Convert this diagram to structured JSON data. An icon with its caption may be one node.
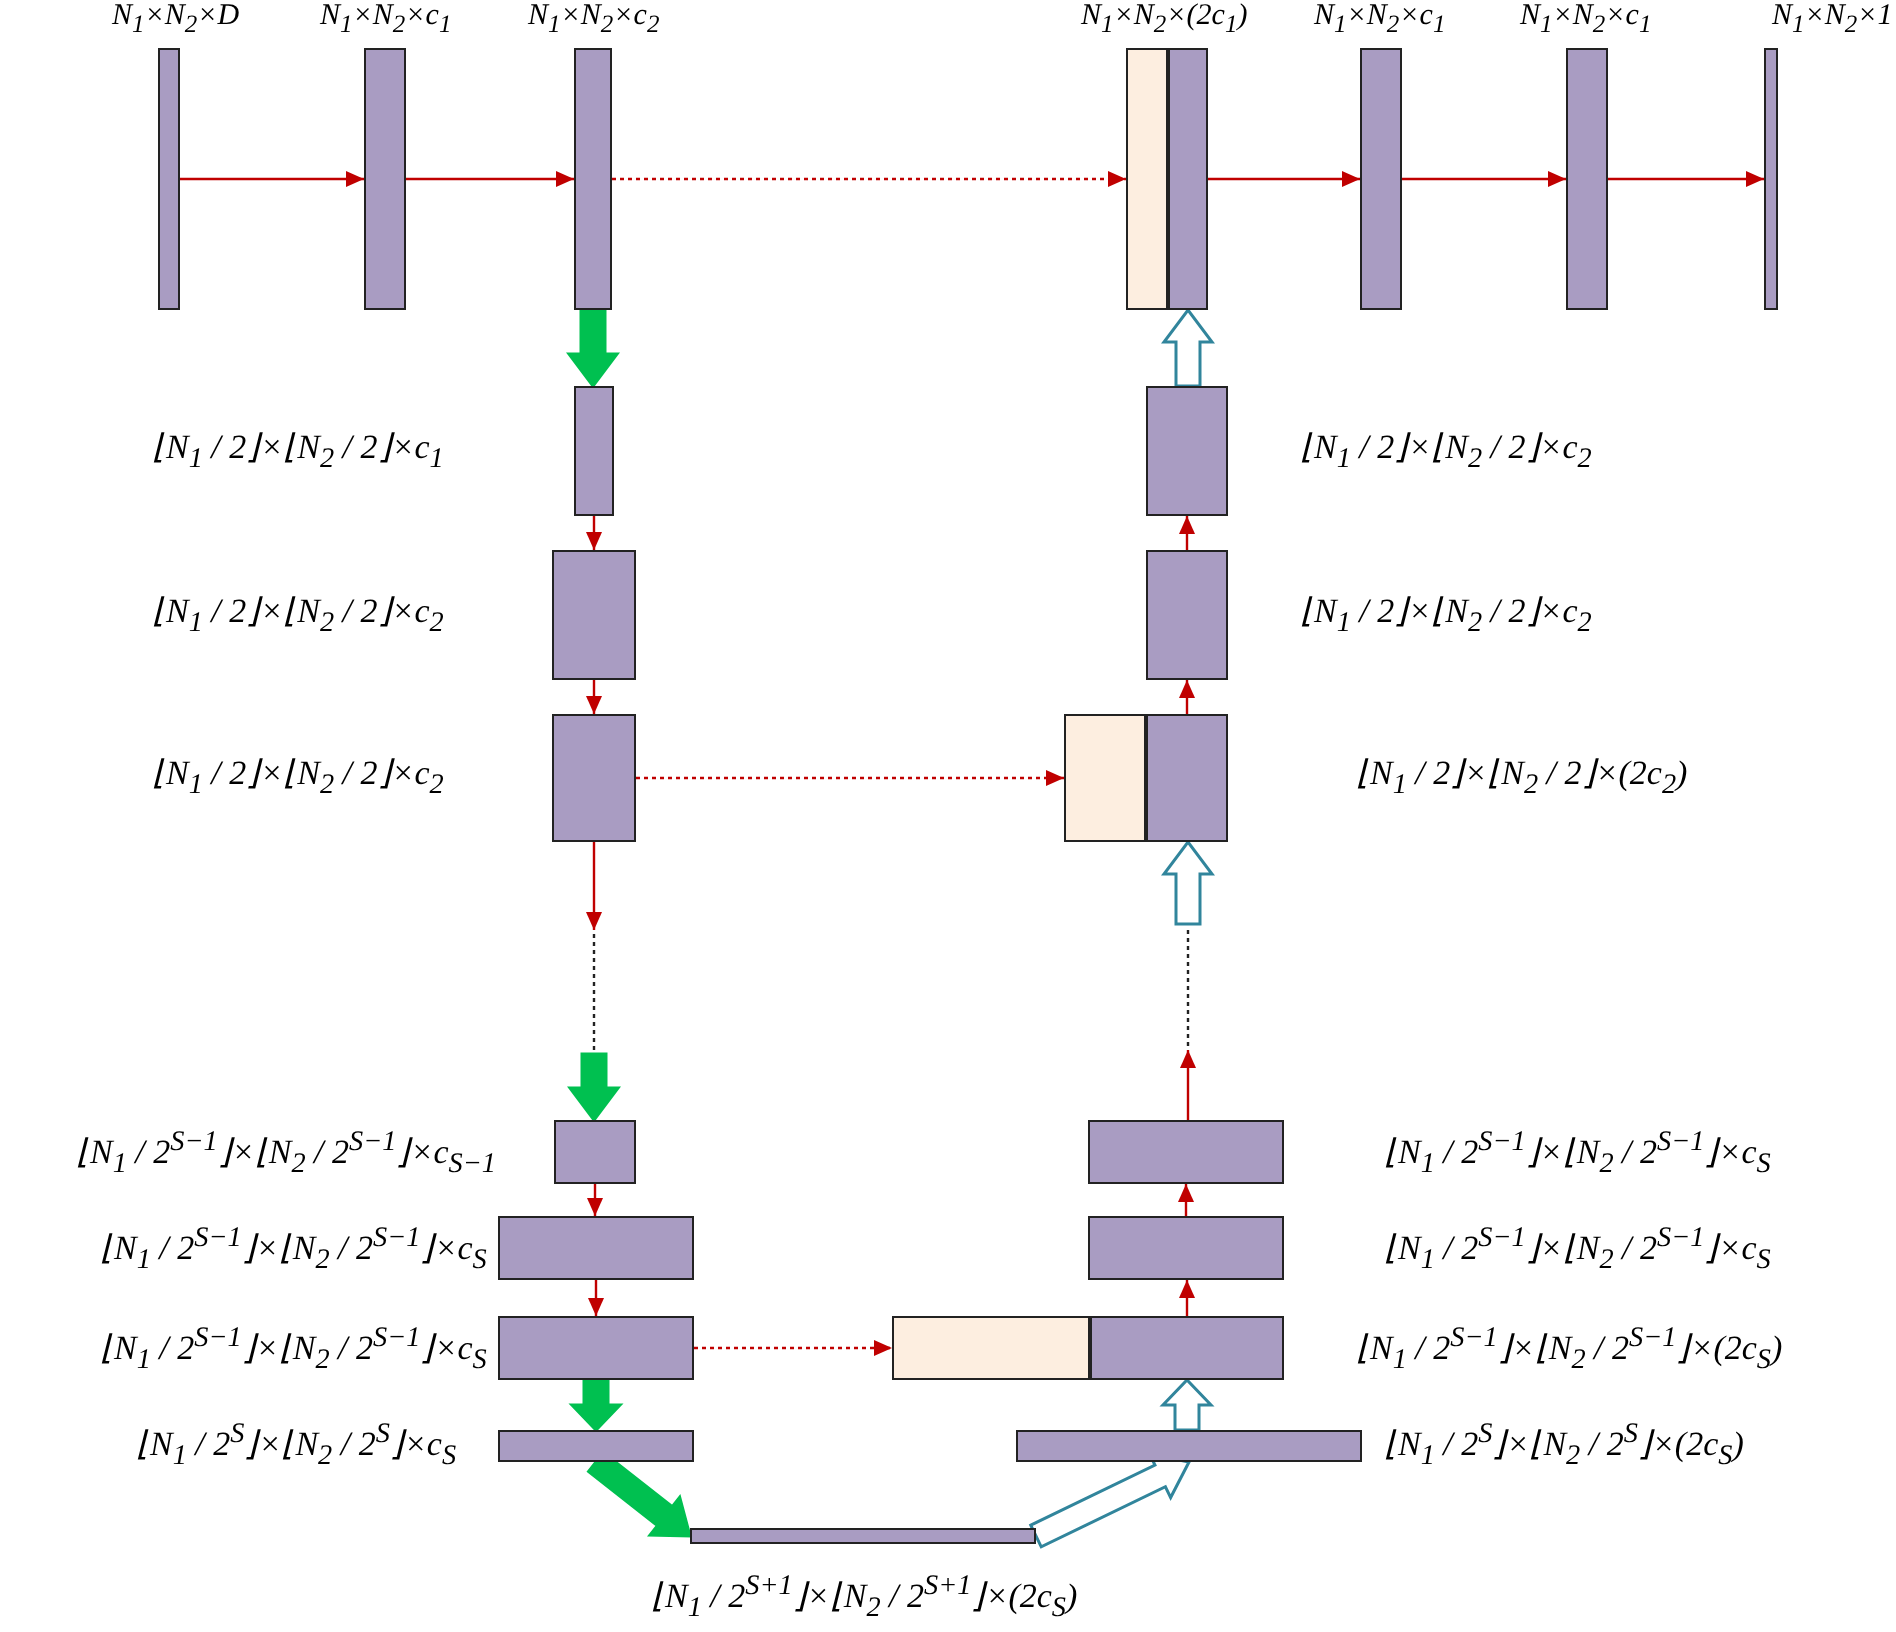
{
  "diagram": {
    "nodes": [
      {
        "text": [],
        "shape": "bar",
        "beside": [
          "N$_{1}$×N$_{2}$×D"
        ]
      },
      {
        "text": [],
        "shape": "bar",
        "beside": [
          "N$_{1}$×N$_{2}$×c$_{1}$"
        ]
      },
      {
        "text": [],
        "shape": "bar",
        "beside": [
          "N$_{1}$×N$_{2}$×c$_{2}$"
        ]
      },
      {
        "text": [],
        "shape": "bar"
      },
      {
        "text": [],
        "shape": "bar",
        "beside": [
          "N$_{1}$×N$_{2}$×(2c$_{1}$)"
        ]
      },
      {
        "text": [],
        "shape": "bar",
        "beside": [
          "N$_{1}$×N$_{2}$×c$_{1}$"
        ]
      },
      {
        "text": [],
        "shape": "bar",
        "beside": [
          "N$_{1}$×N$_{2}$×c$_{1}$"
        ]
      },
      {
        "text": [],
        "shape": "bar",
        "beside": [
          "N$_{1}$×N$_{2}$×1"
        ]
      },
      {
        "text": [],
        "shape": "bar",
        "beside": [
          "⌊N$_{1}$ / 2⌋×⌊N$_{2}$ / 2⌋×c$_{1}$"
        ]
      },
      {
        "text": [],
        "shape": "bar",
        "beside": [
          "⌊N$_{1}$ / 2⌋×⌊N$_{2}$ / 2⌋×c$_{2}$"
        ]
      },
      {
        "text": [],
        "shape": "bar",
        "beside": [
          "⌊N$_{1}$ / 2⌋×⌊N$_{2}$ / 2⌋×c$_{2}$"
        ]
      },
      {
        "text": [],
        "shape": "bar",
        "beside": [
          "⌊N$_{1}$ / 2⌋×⌊N$_{2}$ / 2⌋×c$_{2}$"
        ]
      },
      {
        "text": [],
        "shape": "bar",
        "beside": [
          "⌊N$_{1}$ / 2⌋×⌊N$_{2}$ / 2⌋×c$_{2}$"
        ]
      },
      {
        "text": [],
        "shape": "bar"
      },
      {
        "text": [],
        "shape": "bar",
        "beside": [
          "⌊N$_{1}$ / 2⌋×⌊N$_{2}$ / 2⌋×(2c$_{2}$)"
        ]
      },
      {
        "text": [],
        "shape": "bar",
        "beside": [
          "⌊N$_{1}$ / 2$^{S−1}$⌋×⌊N$_{2}$ / 2$^{S−1}$⌋×c$_{S−1}$"
        ]
      },
      {
        "text": [],
        "shape": "bar",
        "beside": [
          "⌊N$_{1}$ / 2$^{S−1}$⌋×⌊N$_{2}$ / 2$^{S−1}$⌋×c$_{S}$"
        ]
      },
      {
        "text": [],
        "shape": "bar",
        "beside": [
          "⌊N$_{1}$ / 2$^{S−1}$⌋×⌊N$_{2}$ / 2$^{S−1}$⌋×c$_{S}$"
        ]
      },
      {
        "text": [],
        "shape": "bar",
        "beside": [
          "⌊N$_{1}$ / 2$^{S−1}$⌋×⌊N$_{2}$ / 2$^{S−1}$⌋×c$_{S}$"
        ]
      },
      {
        "text": [],
        "shape": "bar",
        "beside": [
          "⌊N$_{1}$ / 2$^{S−1}$⌋×⌊N$_{2}$ / 2$^{S−1}$⌋×c$_{S}$"
        ]
      },
      {
        "text": [],
        "shape": "bar"
      },
      {
        "text": [],
        "shape": "bar",
        "beside": [
          "⌊N$_{1}$ / 2$^{S−1}$⌋×⌊N$_{2}$ / 2$^{S−1}$⌋×(2c$_{S}$)"
        ]
      },
      {
        "text": [],
        "shape": "bar",
        "beside": [
          "⌊N$_{1}$ / 2$^{S}$⌋×⌊N$_{2}$ / 2$^{S}$⌋×c$_{S}$"
        ]
      },
      {
        "text": [],
        "shape": "bar",
        "beside": [
          "⌊N$_{1}$ / 2$^{S}$⌋×⌊N$_{2}$ / 2$^{S}$⌋×(2c$_{S}$)"
        ]
      },
      {
        "text": [],
        "shape": "bar",
        "beside": [
          "⌊N$_{1}$ / 2$^{S+1}$⌋×⌊N$_{2}$ / 2$^{S+1}$⌋×(2c$_{S}$)"
        ]
      }
    ],
    "edges": [
      {
        "from": 0,
        "to": 1,
        "arrow": "to"
      },
      {
        "from": 1,
        "to": 2,
        "arrow": "to"
      },
      {
        "from": 2,
        "to": 3,
        "arrow": "to",
        "style": "dashed"
      },
      {
        "from": 4,
        "to": 5,
        "arrow": "to"
      },
      {
        "from": 5,
        "to": 6,
        "arrow": "to"
      },
      {
        "from": 6,
        "to": 7,
        "arrow": "to"
      },
      {
        "from": 2,
        "to": 8,
        "arrow": "to",
        "style": "thick",
        "color": "#00c050"
      },
      {
        "from": 8,
        "to": 10,
        "arrow": "to"
      },
      {
        "from": 10,
        "to": 12,
        "arrow": "to"
      },
      {
        "from": 12,
        "to": 13,
        "arrow": "to",
        "style": "dashed"
      },
      {
        "from": 12,
        "to": null,
        "arrow": "to"
      },
      {
        "from": null,
        "to": 15,
        "arrow": "to",
        "style": "thick",
        "color": "#00c050"
      },
      {
        "from": 15,
        "to": 17,
        "arrow": "to"
      },
      {
        "from": 17,
        "to": 19,
        "arrow": "to"
      },
      {
        "from": 19,
        "to": 20,
        "arrow": "to",
        "style": "dashed"
      },
      {
        "from": 19,
        "to": 22,
        "arrow": "to",
        "style": "thick",
        "color": "#00c050"
      },
      {
        "from": 22,
        "to": 24,
        "arrow": "to",
        "style": "thick",
        "color": "#00c050"
      },
      {
        "from": 24,
        "to": 23,
        "arrow": "to",
        "style": "thick",
        "color": "#31859c"
      },
      {
        "from": 23,
        "to": 21,
        "arrow": "to",
        "style": "thick",
        "color": "#31859c"
      },
      {
        "from": 21,
        "to": 18,
        "arrow": "to"
      },
      {
        "from": 18,
        "to": 16,
        "arrow": "to"
      },
      {
        "from": 16,
        "to": null,
        "arrow": "to"
      },
      {
        "from": null,
        "to": 14,
        "arrow": "to",
        "style": "thick",
        "color": "#31859c"
      },
      {
        "from": 14,
        "to": 11,
        "arrow": "to"
      },
      {
        "from": 11,
        "to": 9,
        "arrow": "to"
      },
      {
        "from": 9,
        "to": 4,
        "arrow": "to",
        "style": "thick",
        "color": "#31859c"
      }
    ]
  }
}
